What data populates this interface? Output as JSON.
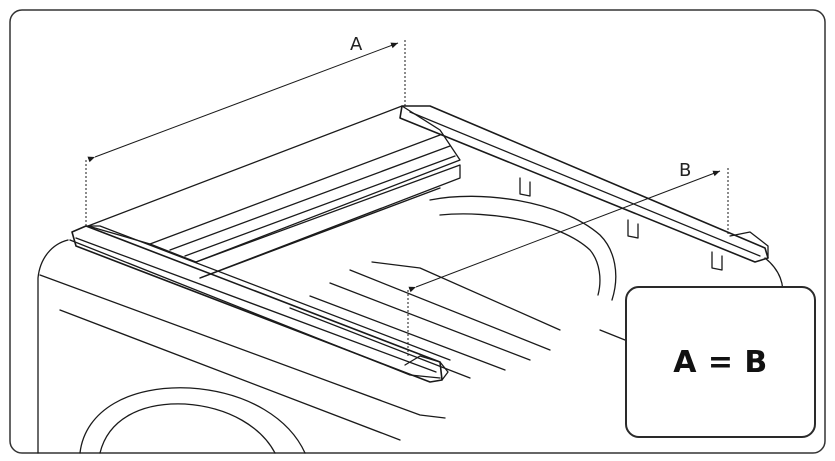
{
  "labels": {
    "dimension_a": "A",
    "dimension_b": "B"
  },
  "result_box": {
    "equation": "A = B"
  },
  "colors": {
    "line": "#1a1a1a",
    "background": "#ffffff"
  }
}
